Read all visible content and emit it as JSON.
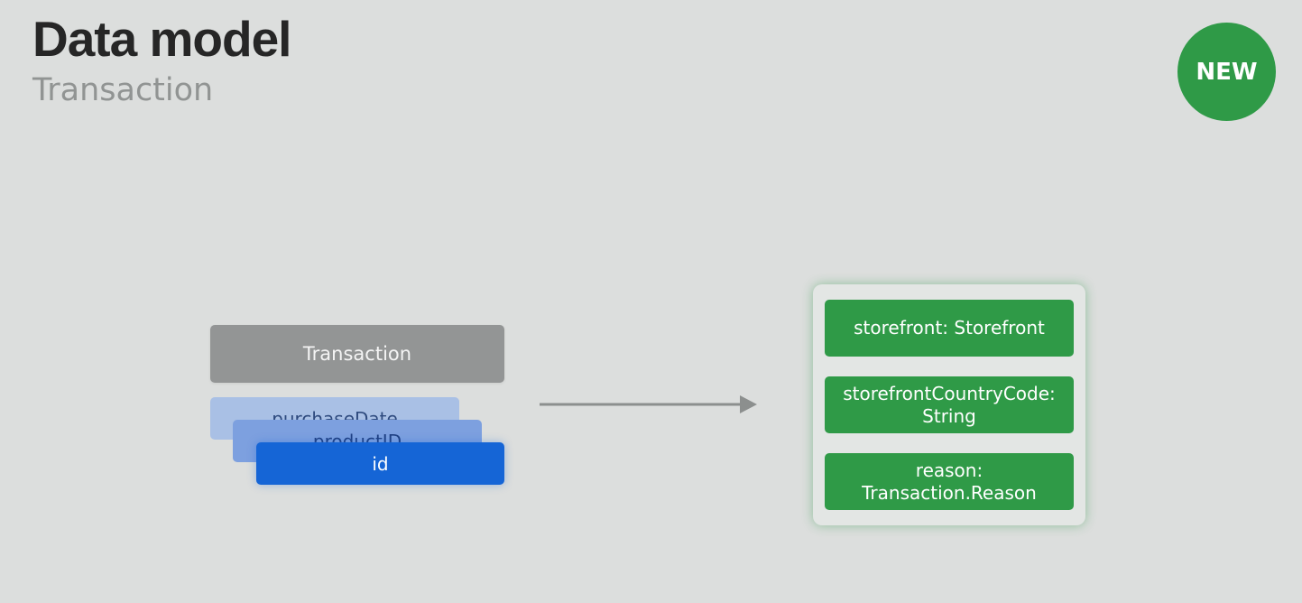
{
  "slide": {
    "title": "Data model",
    "subtitle": "Transaction",
    "badge": "NEW"
  },
  "diagram": {
    "source": {
      "type_label": "Transaction",
      "properties": [
        "purchaseDate",
        "productID",
        "id"
      ]
    },
    "arrow_icon": "right-arrow-icon",
    "new_properties": [
      {
        "line1": "storefront: Storefront",
        "line2": ""
      },
      {
        "line1": "storefrontCountryCode:",
        "line2": "String"
      },
      {
        "line1": "reason:",
        "line2": "Transaction.Reason"
      }
    ]
  },
  "colors": {
    "background": "#dcdedd",
    "new_green": "#2f9a47",
    "id_blue": "#1565d6",
    "type_gray": "#939595"
  }
}
